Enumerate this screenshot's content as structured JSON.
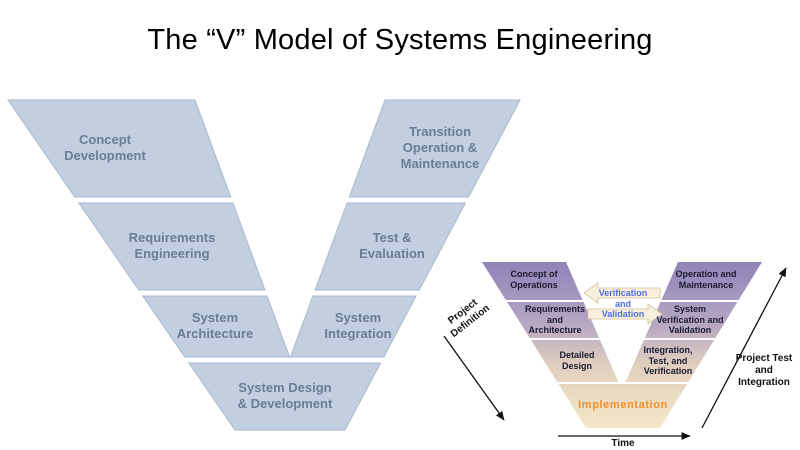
{
  "title": "The “V” Model of Systems Engineering",
  "main_v": {
    "left_bands": [
      "Concept Development",
      "Requirements Engineering",
      "System Architecture"
    ],
    "right_bands": [
      "Transition Operation & Maintenance",
      "Test & Evaluation",
      "System Integration"
    ],
    "bottom_band": "System Design & Development",
    "band_color": "#c1cfe0",
    "label_color": "#6b7d95"
  },
  "inset_v": {
    "left_bands": [
      "Concept of Operations",
      "Requirements and Architecture",
      "Detailed Design"
    ],
    "right_bands": [
      "Operation and Maintenance",
      "System Verification and Validation",
      "Integration, Test, and Verification"
    ],
    "bottom_label": "Implementation",
    "center_label": "Verification and Validation",
    "axis_left": "Project Definition",
    "axis_right": "Project Test and Integration",
    "axis_time": "Time",
    "colors": {
      "gradient_top": "#8f83b8",
      "gradient_middle": "#b7a8c2",
      "gradient_lower": "#e0cfbe",
      "gradient_bottom": "#f4e7c6",
      "implementation_text": "#ef8f2d",
      "center_label_text": "#4f6fd8",
      "block_arrow_fill": "#f8f0dc"
    },
    "arrows": [
      "project-definition-arrow",
      "project-test-arrow",
      "time-arrow",
      "verification-left-arrow",
      "verification-right-arrow"
    ]
  }
}
